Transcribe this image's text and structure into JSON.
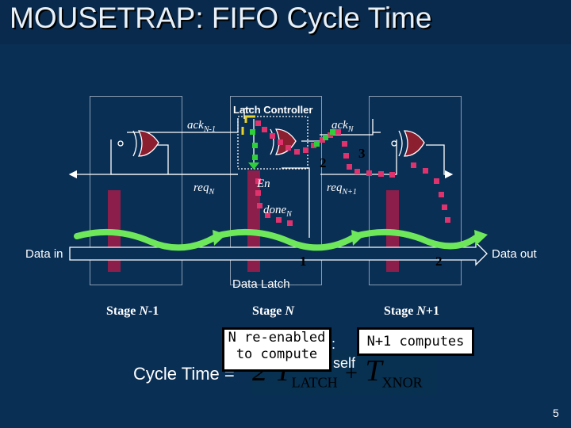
{
  "slide": {
    "title": "MOUSETRAP:  FIFO Cycle Time",
    "page_number": "5"
  },
  "diagram": {
    "latch_controller_label": "Latch Controller",
    "ack_left": "ack",
    "ack_left_sub": "N-1",
    "ack_right": "ack",
    "ack_right_sub": "N",
    "req_left": "req",
    "req_left_sub": "N",
    "req_right": "req",
    "req_right_sub": "N+1",
    "en_label": "En",
    "done_label": "done",
    "done_sub": "N",
    "data_in": "Data in",
    "data_out": "Data out",
    "data_latch": "Data Latch",
    "step_1": "1",
    "step_2_upper": "2",
    "step_3": "3",
    "step_2_lower": "2",
    "stages": [
      {
        "prefix": "Stage ",
        "var": "N",
        "suffix": "-1"
      },
      {
        "prefix": "Stage ",
        "var": "N",
        "suffix": ""
      },
      {
        "prefix": "Stage ",
        "var": "N",
        "suffix": "+1"
      }
    ]
  },
  "equation": {
    "lhs": "Cycle Time =",
    "coef": "2",
    "t1": "T",
    "t1_sub": "LATCH",
    "plus": "+",
    "t2": "T",
    "t2_sub": "XNOR",
    "hidden_fragment_1": ":",
    "hidden_fragment_2": "self"
  },
  "callouts": {
    "reenabled": "N re-enabled\nto compute",
    "computes": "N+1 computes"
  },
  "colors": {
    "background": "#0a2f55",
    "pipeline_arrow": "#6ee85a",
    "latch_bar": "#8b1e4a",
    "path_dots": "#e0336e",
    "path_dots_green": "#2fcf3a",
    "gate_yellow": "#e6d22a"
  }
}
